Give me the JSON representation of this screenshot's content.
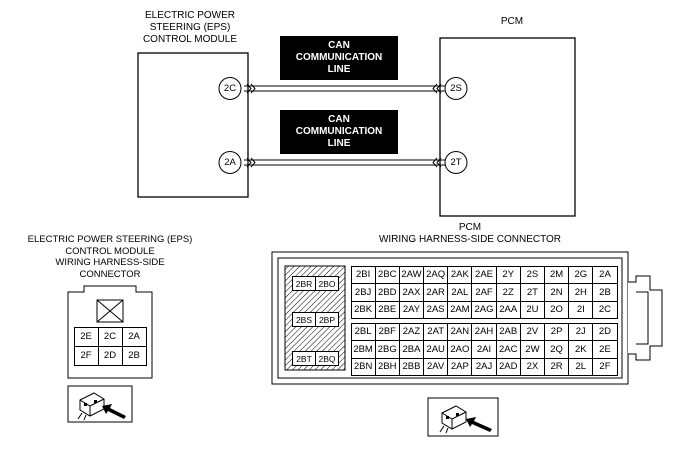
{
  "top": {
    "eps_title": [
      "ELECTRIC POWER",
      "STEERING (EPS)",
      "CONTROL MODULE"
    ],
    "pcm_title": "PCM",
    "can_line_1": [
      "CAN",
      "COMMUNICATION",
      "LINE"
    ],
    "can_line_2": [
      "CAN",
      "COMMUNICATION",
      "LINE"
    ],
    "eps_pins": [
      "2C",
      "2A"
    ],
    "pcm_pins": [
      "2S",
      "2T"
    ]
  },
  "eps_connector": {
    "title": [
      "ELECTRIC POWER STEERING (EPS)",
      "CONTROL MODULE",
      "WIRING HARNESS-SIDE",
      "CONNECTOR"
    ],
    "rows": [
      [
        "2E",
        "2C",
        "2A"
      ],
      [
        "2F",
        "2D",
        "2B"
      ]
    ]
  },
  "pcm_connector": {
    "title": [
      "PCM",
      "WIRING HARNESS-SIDE CONNECTOR"
    ],
    "side_rows": [
      [
        "2BR",
        "2BO"
      ],
      [
        "2BS",
        "2BP"
      ],
      [
        "2BT",
        "2BQ"
      ]
    ],
    "upper_rows": [
      [
        "2BI",
        "2BC",
        "2AW",
        "2AQ",
        "2AK",
        "2AE",
        "2Y",
        "2S",
        "2M",
        "2G",
        "2A"
      ],
      [
        "2BJ",
        "2BD",
        "2AX",
        "2AR",
        "2AL",
        "2AF",
        "2Z",
        "2T",
        "2N",
        "2H",
        "2B"
      ],
      [
        "2BK",
        "2BE",
        "2AY",
        "2AS",
        "2AM",
        "2AG",
        "2AA",
        "2U",
        "2O",
        "2I",
        "2C"
      ]
    ],
    "lower_rows": [
      [
        "2BL",
        "2BF",
        "2AZ",
        "2AT",
        "2AN",
        "2AH",
        "2AB",
        "2V",
        "2P",
        "2J",
        "2D"
      ],
      [
        "2BM",
        "2BG",
        "2BA",
        "2AU",
        "2AO",
        "2AI",
        "2AC",
        "2W",
        "2Q",
        "2K",
        "2E"
      ],
      [
        "2BN",
        "2BH",
        "2BB",
        "2AV",
        "2AP",
        "2AJ",
        "2AD",
        "2X",
        "2R",
        "2L",
        "2F"
      ]
    ]
  }
}
